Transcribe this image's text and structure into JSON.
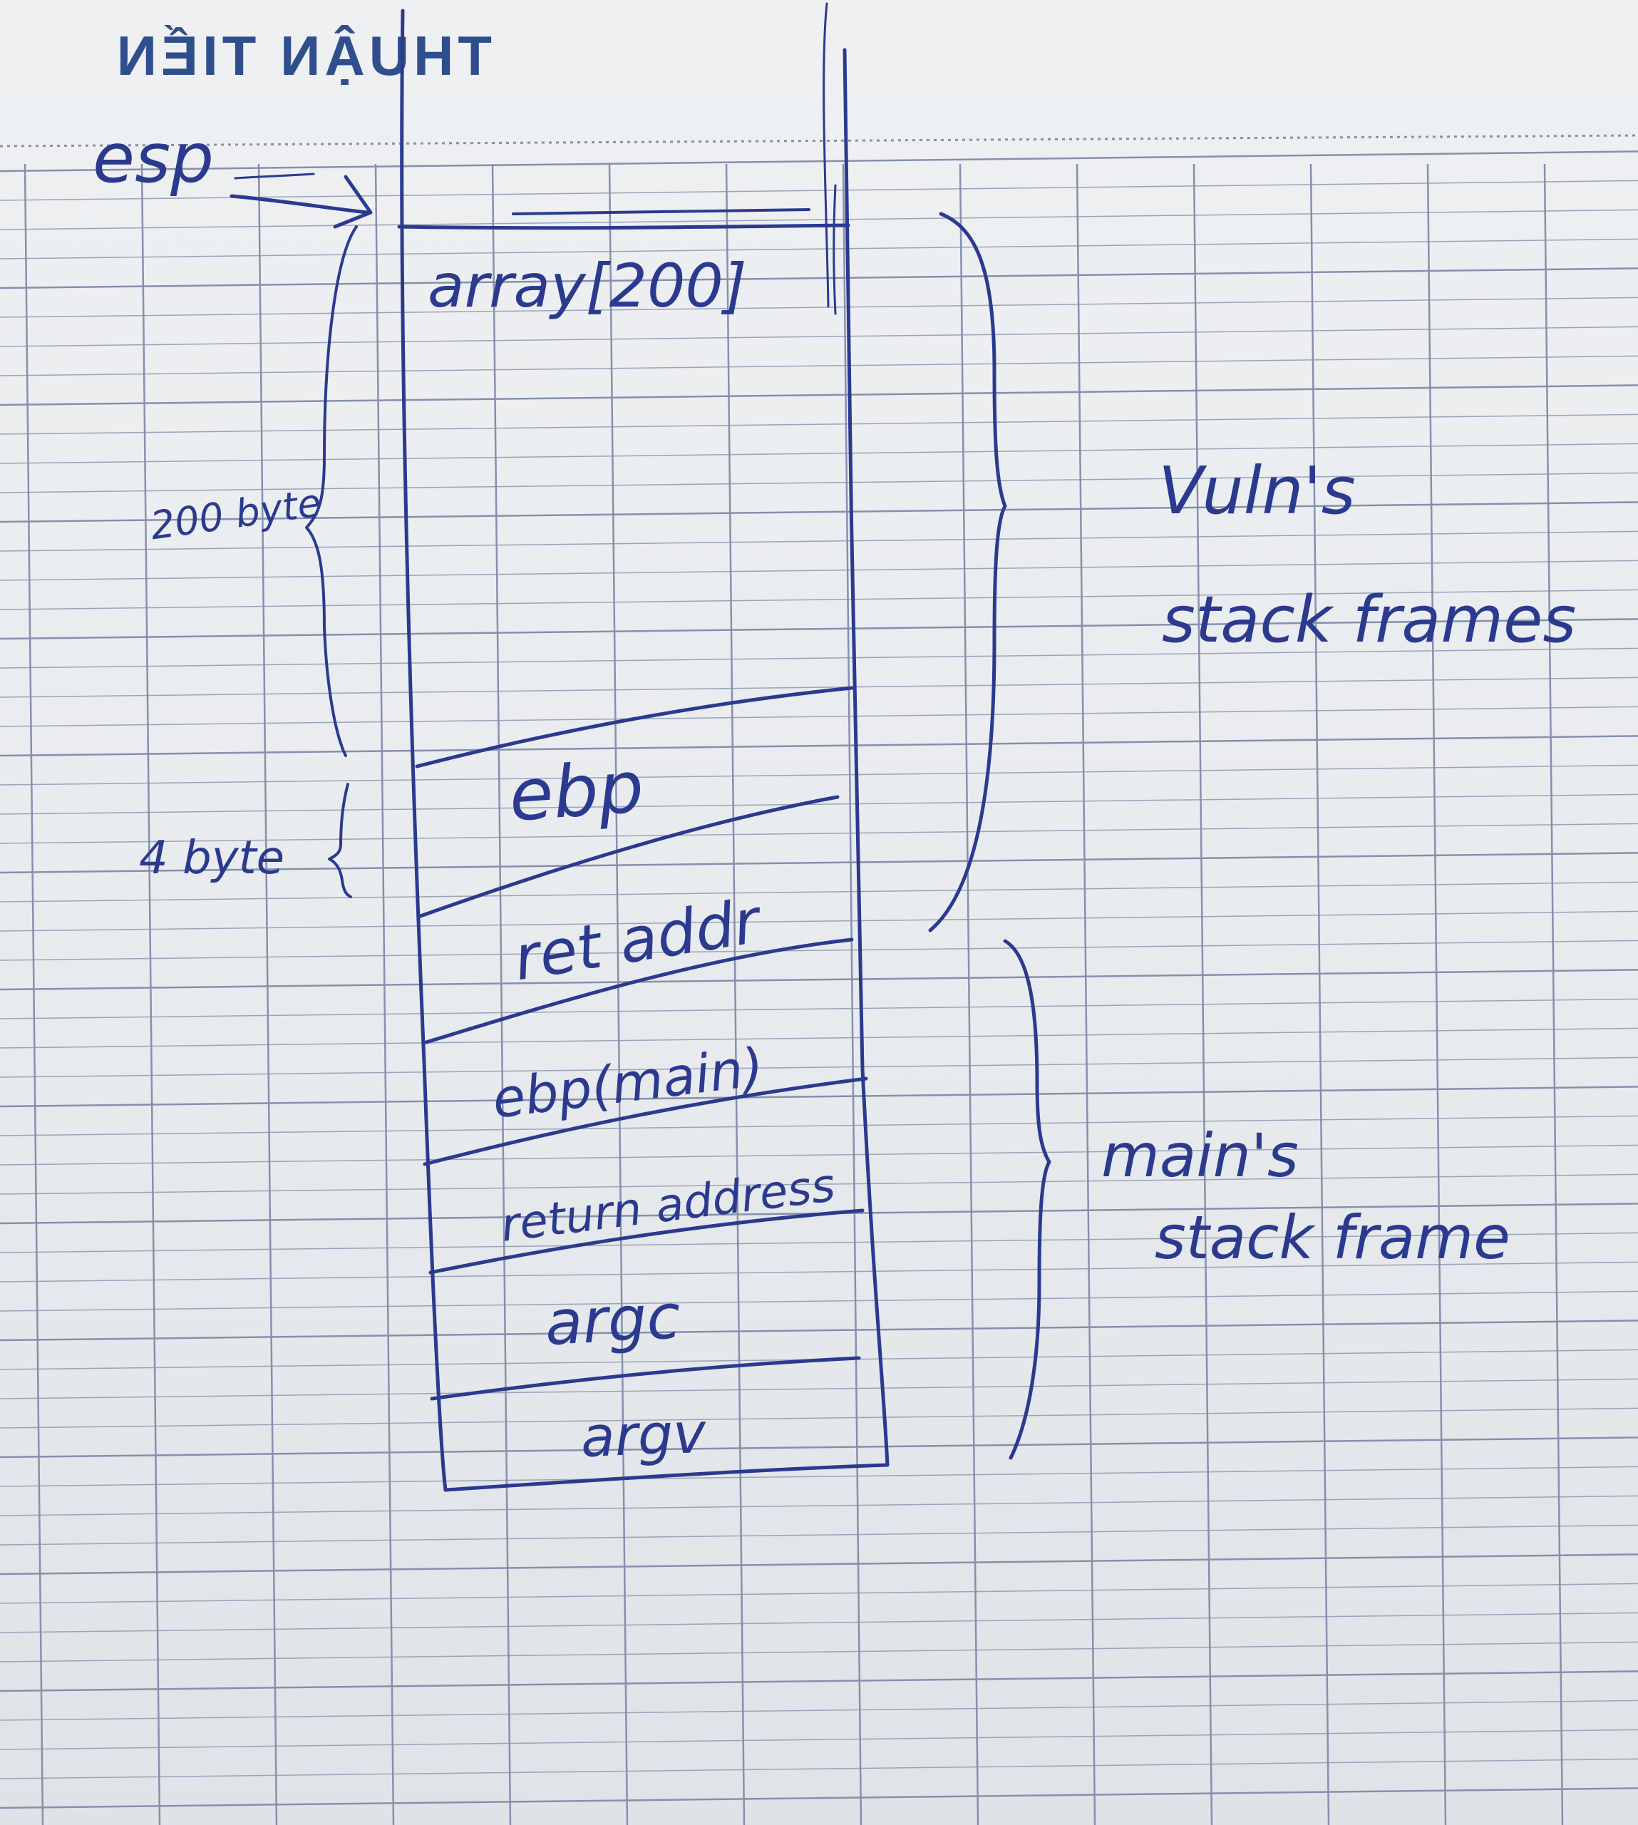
{
  "brand": {
    "text": "THUẬN TIẾN",
    "color": "#2f4e8c"
  },
  "ink_color": "#2b3a8f",
  "labels": {
    "esp": "esp",
    "size_200": "200 byte",
    "size_4": "4 byte",
    "vuln_frame_line1": "Vuln's",
    "vuln_frame_line2": "stack frames",
    "main_frame_line1": "main's",
    "main_frame_line2": "stack frame"
  },
  "stack_cells": [
    {
      "key": "array",
      "label": "array[200]"
    },
    {
      "key": "ebp",
      "label": "ebp"
    },
    {
      "key": "ret_addr",
      "label": "ret addr"
    },
    {
      "key": "ebp_main",
      "label": "ebp(main)"
    },
    {
      "key": "return_address",
      "label": "return address"
    },
    {
      "key": "argc",
      "label": "argc"
    },
    {
      "key": "argv",
      "label": "argv"
    }
  ]
}
